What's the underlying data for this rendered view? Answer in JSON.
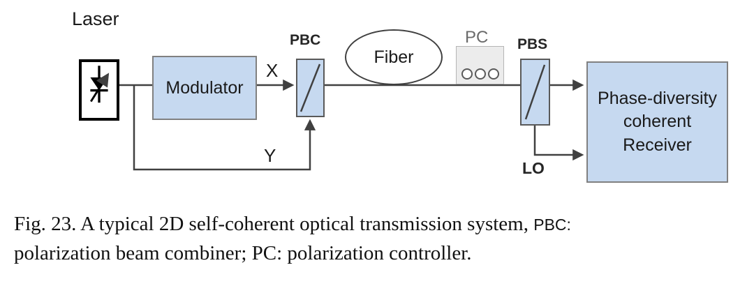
{
  "diagram": {
    "laser_label": "Laser",
    "modulator_label": "Modulator",
    "x_label": "X",
    "y_label": "Y",
    "pbc_label": "PBC",
    "fiber_label": "Fiber",
    "pc_label": "PC",
    "pbs_label": "PBS",
    "lo_label": "LO",
    "receiver": {
      "line1": "Phase-diversity",
      "line2": "coherent",
      "line3": "Receiver"
    },
    "colors": {
      "box_fill": "#c6d9f0",
      "box_border": "#808080",
      "wire": "#404040",
      "pc_box_fill": "#ececec"
    }
  },
  "caption": {
    "line1_main": "Fig. 23. A typical 2D self-coherent optical transmission system, ",
    "line1_abbrev": "PBC:",
    "line2": "polarization beam combiner; PC: polarization controller."
  }
}
